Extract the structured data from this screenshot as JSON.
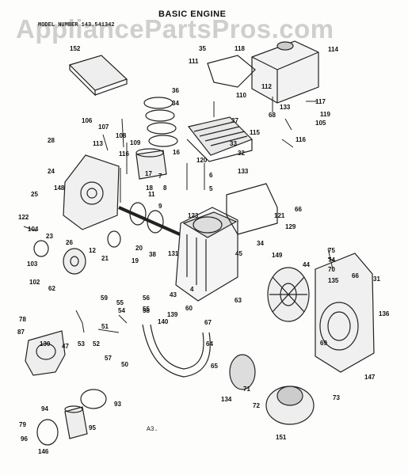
{
  "header": {
    "title": "BASIC ENGINE",
    "model_line": "MODEL NUMBER 143.541342",
    "watermark": "AppliancePartsPros.com",
    "figure_ref": "A3."
  },
  "part_labels": [
    "152",
    "35",
    "118",
    "114",
    "111",
    "36",
    "34",
    "110",
    "117",
    "112",
    "133",
    "68",
    "119",
    "105",
    "115",
    "116",
    "37",
    "33",
    "32",
    "106",
    "107",
    "108",
    "109",
    "113",
    "116",
    "28",
    "24",
    "148",
    "25",
    "23",
    "26",
    "16",
    "17",
    "18",
    "11",
    "9",
    "7",
    "8",
    "5",
    "6",
    "120",
    "133",
    "66",
    "121",
    "129",
    "123",
    "122",
    "104",
    "103",
    "102",
    "21",
    "12",
    "20",
    "19",
    "38",
    "131",
    "34",
    "75",
    "74",
    "70",
    "135",
    "66",
    "31",
    "149",
    "44",
    "45",
    "59",
    "62",
    "55",
    "54",
    "56",
    "58",
    "51",
    "52",
    "53",
    "57",
    "50",
    "55",
    "43",
    "139",
    "140",
    "60",
    "4",
    "67",
    "63",
    "136",
    "78",
    "87",
    "47",
    "130",
    "64",
    "65",
    "69",
    "147",
    "134",
    "71",
    "72",
    "73",
    "93",
    "94",
    "79",
    "96",
    "95",
    "146",
    "151"
  ]
}
